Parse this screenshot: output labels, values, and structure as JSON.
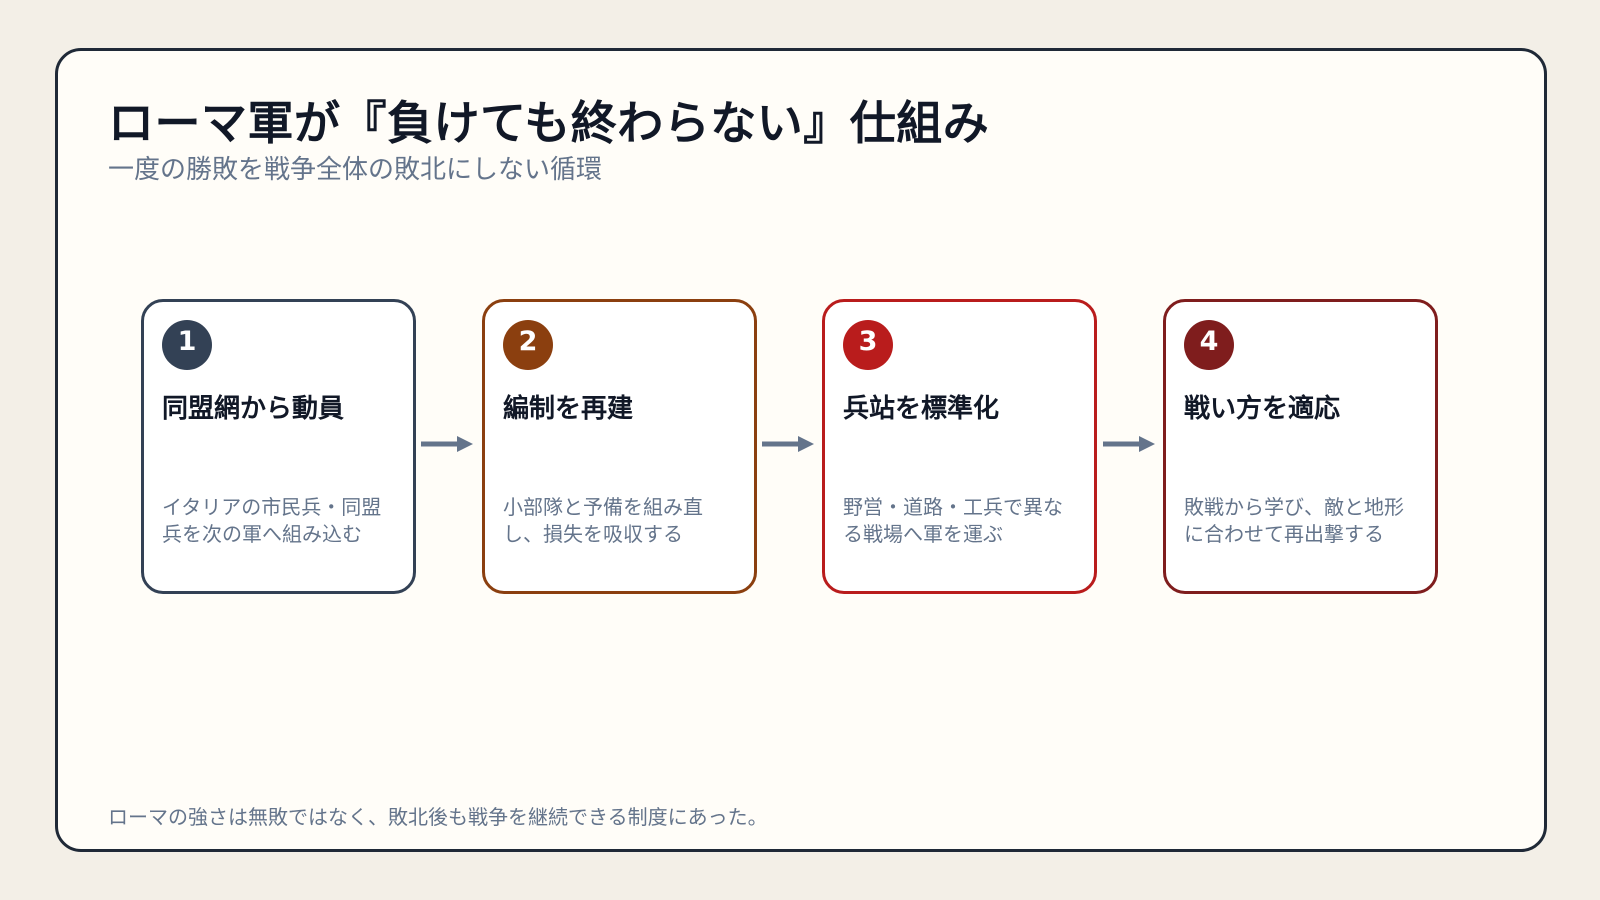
{
  "title": "ローマ軍が『負けても終わらない』仕組み",
  "subtitle": "一度の勝敗を戦争全体の敗北にしない循環",
  "steps": [
    {
      "number": "1",
      "title": "同盟網から動員",
      "description": "イタリアの市民兵・同盟兵を次の軍へ組み込む",
      "color": "#334155"
    },
    {
      "number": "2",
      "title": "編制を再建",
      "description": "小部隊と予備を組み直し、損失を吸収する",
      "color": "#8b3f0f"
    },
    {
      "number": "3",
      "title": "兵站を標準化",
      "description": "野営・道路・工兵で異なる戦場へ軍を運ぶ",
      "color": "#b91c1c"
    },
    {
      "number": "4",
      "title": "戦い方を適応",
      "description": "敗戦から学び、敵と地形に合わせて再出撃する",
      "color": "#7f1d1d"
    }
  ],
  "arrow_color": "#64748b",
  "footer": "ローマの強さは無敗ではなく、敗北後も戦争を継続できる制度にあった。"
}
